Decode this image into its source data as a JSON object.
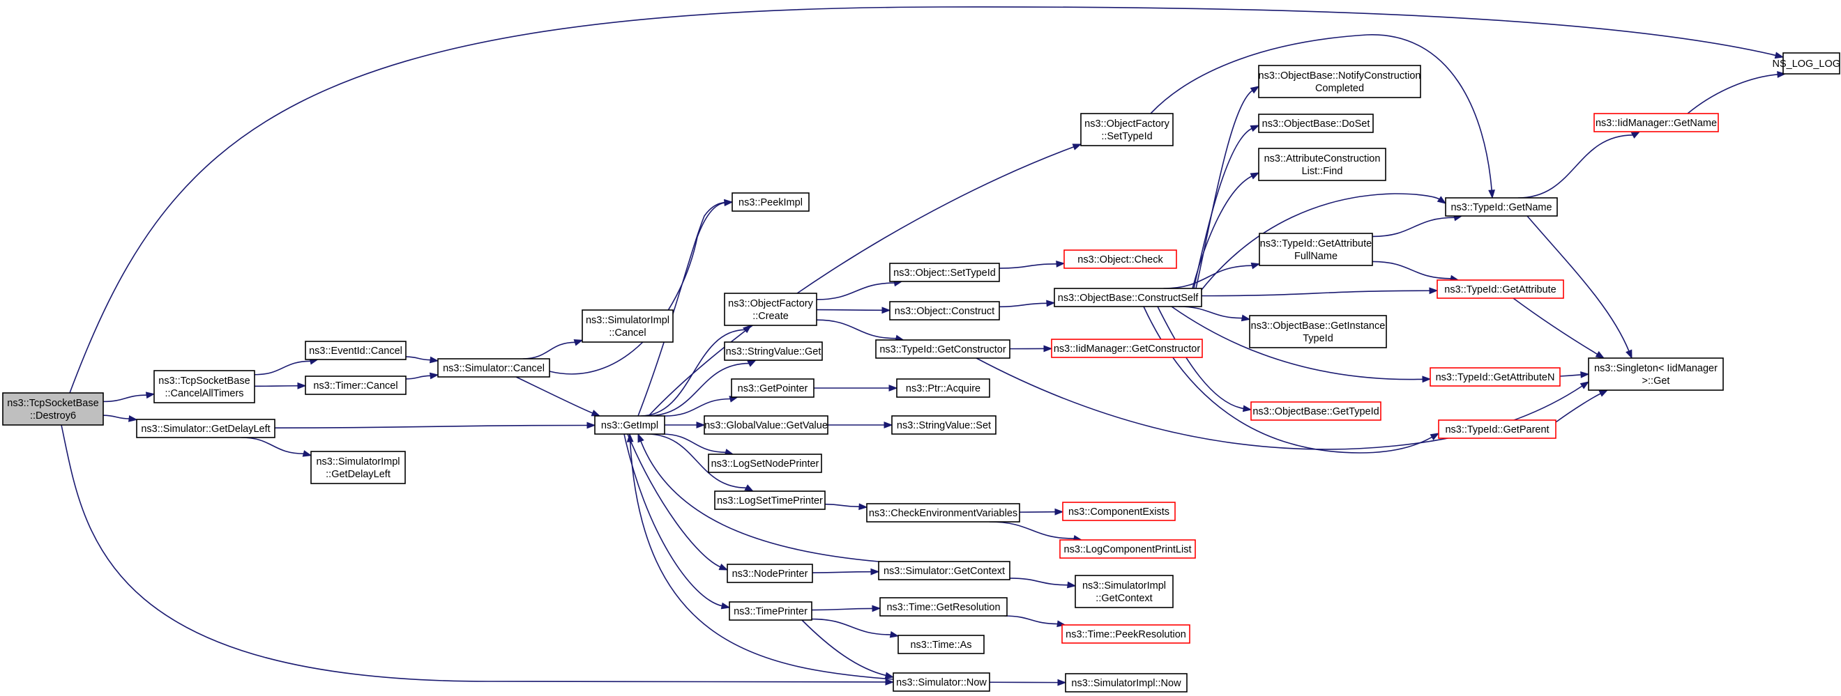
{
  "nodes": {
    "tcpDestroy6": {
      "lines": [
        "ns3::TcpSocketBase",
        "::Destroy6"
      ],
      "style": "root"
    },
    "cancelAllTimers": {
      "lines": [
        "ns3::TcpSocketBase",
        "::CancelAllTimers"
      ],
      "style": "normal"
    },
    "simGetDelayLeft": {
      "lines": [
        "ns3::Simulator::GetDelayLeft"
      ],
      "style": "normal"
    },
    "eventIdCancel": {
      "lines": [
        "ns3::EventId::Cancel"
      ],
      "style": "normal"
    },
    "timerCancel": {
      "lines": [
        "ns3::Timer::Cancel"
      ],
      "style": "normal"
    },
    "simCancel": {
      "lines": [
        "ns3::Simulator::Cancel"
      ],
      "style": "normal"
    },
    "simImplCancel": {
      "lines": [
        "ns3::SimulatorImpl",
        "::Cancel"
      ],
      "style": "normal"
    },
    "simImplGetDelayLeft": {
      "lines": [
        "ns3::SimulatorImpl",
        "::GetDelayLeft"
      ],
      "style": "normal"
    },
    "getImpl": {
      "lines": [
        "ns3::GetImpl"
      ],
      "style": "normal"
    },
    "peekImpl": {
      "lines": [
        "ns3::PeekImpl"
      ],
      "style": "normal"
    },
    "objFactoryCreate": {
      "lines": [
        "ns3::ObjectFactory",
        "::Create"
      ],
      "style": "normal"
    },
    "stringValueGet": {
      "lines": [
        "ns3::StringValue::Get"
      ],
      "style": "normal"
    },
    "getPointer": {
      "lines": [
        "ns3::GetPointer"
      ],
      "style": "normal"
    },
    "globalValueGetValue": {
      "lines": [
        "ns3::GlobalValue::GetValue"
      ],
      "style": "normal"
    },
    "logSetNodePrinter": {
      "lines": [
        "ns3::LogSetNodePrinter"
      ],
      "style": "normal"
    },
    "logSetTimePrinter": {
      "lines": [
        "ns3::LogSetTimePrinter"
      ],
      "style": "normal"
    },
    "nodePrinter": {
      "lines": [
        "ns3::NodePrinter"
      ],
      "style": "normal"
    },
    "timePrinter": {
      "lines": [
        "ns3::TimePrinter"
      ],
      "style": "normal"
    },
    "objFactorySetTypeId": {
      "lines": [
        "ns3::ObjectFactory",
        "::SetTypeId"
      ],
      "style": "normal"
    },
    "objSetTypeId": {
      "lines": [
        "ns3::Object::SetTypeId"
      ],
      "style": "normal"
    },
    "objConstruct": {
      "lines": [
        "ns3::Object::Construct"
      ],
      "style": "normal"
    },
    "typeIdGetConstructor": {
      "lines": [
        "ns3::TypeId::GetConstructor"
      ],
      "style": "normal"
    },
    "ptrAcquire": {
      "lines": [
        "ns3::Ptr::Acquire"
      ],
      "style": "normal"
    },
    "stringValueSet": {
      "lines": [
        "ns3::StringValue::Set"
      ],
      "style": "normal"
    },
    "checkEnvVars": {
      "lines": [
        "ns3::CheckEnvironmentVariables"
      ],
      "style": "normal"
    },
    "simGetContext": {
      "lines": [
        "ns3::Simulator::GetContext"
      ],
      "style": "normal"
    },
    "timeGetResolution": {
      "lines": [
        "ns3::Time::GetResolution"
      ],
      "style": "normal"
    },
    "timeAs": {
      "lines": [
        "ns3::Time::As"
      ],
      "style": "normal"
    },
    "simNow": {
      "lines": [
        "ns3::Simulator::Now"
      ],
      "style": "normal"
    },
    "objCheck": {
      "lines": [
        "ns3::Object::Check"
      ],
      "style": "red"
    },
    "objBaseConstructSelf": {
      "lines": [
        "ns3::ObjectBase::ConstructSelf"
      ],
      "style": "normal"
    },
    "iidGetConstructor": {
      "lines": [
        "ns3::IidManager::GetConstructor"
      ],
      "style": "red"
    },
    "componentExists": {
      "lines": [
        "ns3::ComponentExists"
      ],
      "style": "red"
    },
    "logComponentPrintList": {
      "lines": [
        "ns3::LogComponentPrintList"
      ],
      "style": "red"
    },
    "simImplGetContext": {
      "lines": [
        "ns3::SimulatorImpl",
        "::GetContext"
      ],
      "style": "normal"
    },
    "timePeekResolution": {
      "lines": [
        "ns3::Time::PeekResolution"
      ],
      "style": "red"
    },
    "simImplNow": {
      "lines": [
        "ns3::SimulatorImpl::Now"
      ],
      "style": "normal"
    },
    "objBaseNotifyConstruction": {
      "lines": [
        "ns3::ObjectBase::NotifyConstruction",
        "Completed"
      ],
      "style": "normal"
    },
    "objBaseDoSet": {
      "lines": [
        "ns3::ObjectBase::DoSet"
      ],
      "style": "normal"
    },
    "attrConstructionListFind": {
      "lines": [
        "ns3::AttributeConstruction",
        "List::Find"
      ],
      "style": "normal"
    },
    "typeIdGetAttributeFullName": {
      "lines": [
        "ns3::TypeId::GetAttribute",
        "FullName"
      ],
      "style": "normal"
    },
    "objBaseGetInstanceTypeId": {
      "lines": [
        "ns3::ObjectBase::GetInstance",
        "TypeId"
      ],
      "style": "normal"
    },
    "objBaseGetTypeId": {
      "lines": [
        "ns3::ObjectBase::GetTypeId"
      ],
      "style": "red"
    },
    "typeIdGetName": {
      "lines": [
        "ns3::TypeId::GetName"
      ],
      "style": "normal"
    },
    "typeIdGetAttribute": {
      "lines": [
        "ns3::TypeId::GetAttribute"
      ],
      "style": "red"
    },
    "typeIdGetAttributeN": {
      "lines": [
        "ns3::TypeId::GetAttributeN"
      ],
      "style": "red"
    },
    "typeIdGetParent": {
      "lines": [
        "ns3::TypeId::GetParent"
      ],
      "style": "red"
    },
    "iidGetName": {
      "lines": [
        "ns3::IidManager::GetName"
      ],
      "style": "red"
    },
    "singletonGet": {
      "lines": [
        "ns3::Singleton< IidManager",
        " >::Get"
      ],
      "style": "normal"
    },
    "nsLogLogic": {
      "lines": [
        "NS_LOG_LOGIC"
      ],
      "style": "normal"
    }
  },
  "edges": [
    [
      "tcpDestroy6",
      "cancelAllTimers"
    ],
    [
      "tcpDestroy6",
      "simGetDelayLeft"
    ],
    [
      "tcpDestroy6",
      "nsLogLogic"
    ],
    [
      "tcpDestroy6",
      "simNow"
    ],
    [
      "cancelAllTimers",
      "eventIdCancel"
    ],
    [
      "cancelAllTimers",
      "timerCancel"
    ],
    [
      "eventIdCancel",
      "simCancel"
    ],
    [
      "timerCancel",
      "simCancel"
    ],
    [
      "simCancel",
      "simImplCancel"
    ],
    [
      "simCancel",
      "getImpl"
    ],
    [
      "simCancel",
      "peekImpl"
    ],
    [
      "simGetDelayLeft",
      "getImpl"
    ],
    [
      "simGetDelayLeft",
      "simImplGetDelayLeft"
    ],
    [
      "getImpl",
      "peekImpl"
    ],
    [
      "getImpl",
      "objFactoryCreate"
    ],
    [
      "getImpl",
      "stringValueGet"
    ],
    [
      "getImpl",
      "getPointer"
    ],
    [
      "getImpl",
      "globalValueGetValue"
    ],
    [
      "getImpl",
      "logSetNodePrinter"
    ],
    [
      "getImpl",
      "logSetTimePrinter"
    ],
    [
      "getImpl",
      "nodePrinter"
    ],
    [
      "getImpl",
      "timePrinter"
    ],
    [
      "getImpl",
      "objFactorySetTypeId"
    ],
    [
      "objFactoryCreate",
      "objSetTypeId"
    ],
    [
      "objFactoryCreate",
      "objConstruct"
    ],
    [
      "objFactoryCreate",
      "typeIdGetConstructor"
    ],
    [
      "objSetTypeId",
      "objCheck"
    ],
    [
      "objConstruct",
      "objBaseConstructSelf"
    ],
    [
      "typeIdGetConstructor",
      "iidGetConstructor"
    ],
    [
      "typeIdGetConstructor",
      "singletonGet"
    ],
    [
      "getPointer",
      "ptrAcquire"
    ],
    [
      "globalValueGetValue",
      "stringValueSet"
    ],
    [
      "logSetTimePrinter",
      "checkEnvVars"
    ],
    [
      "checkEnvVars",
      "componentExists"
    ],
    [
      "checkEnvVars",
      "logComponentPrintList"
    ],
    [
      "nodePrinter",
      "simGetContext"
    ],
    [
      "simGetContext",
      "getImpl"
    ],
    [
      "simGetContext",
      "simImplGetContext"
    ],
    [
      "timePrinter",
      "timeGetResolution"
    ],
    [
      "timePrinter",
      "timeAs"
    ],
    [
      "timePrinter",
      "simNow"
    ],
    [
      "timeGetResolution",
      "timePeekResolution"
    ],
    [
      "simNow",
      "getImpl"
    ],
    [
      "simNow",
      "simImplNow"
    ],
    [
      "objFactorySetTypeId",
      "typeIdGetName"
    ],
    [
      "objBaseConstructSelf",
      "objBaseNotifyConstruction"
    ],
    [
      "objBaseConstructSelf",
      "objBaseDoSet"
    ],
    [
      "objBaseConstructSelf",
      "attrConstructionListFind"
    ],
    [
      "objBaseConstructSelf",
      "typeIdGetAttributeFullName"
    ],
    [
      "objBaseConstructSelf",
      "typeIdGetName"
    ],
    [
      "objBaseConstructSelf",
      "typeIdGetAttribute"
    ],
    [
      "objBaseConstructSelf",
      "objBaseGetInstanceTypeId"
    ],
    [
      "objBaseConstructSelf",
      "typeIdGetAttributeN"
    ],
    [
      "objBaseConstructSelf",
      "objBaseGetTypeId"
    ],
    [
      "objBaseConstructSelf",
      "typeIdGetParent"
    ],
    [
      "typeIdGetAttributeFullName",
      "typeIdGetName"
    ],
    [
      "typeIdGetAttributeFullName",
      "typeIdGetAttribute"
    ],
    [
      "typeIdGetName",
      "iidGetName"
    ],
    [
      "typeIdGetName",
      "singletonGet"
    ],
    [
      "typeIdGetAttribute",
      "singletonGet"
    ],
    [
      "typeIdGetAttributeN",
      "singletonGet"
    ],
    [
      "typeIdGetParent",
      "singletonGet"
    ],
    [
      "iidGetName",
      "nsLogLogic"
    ]
  ]
}
